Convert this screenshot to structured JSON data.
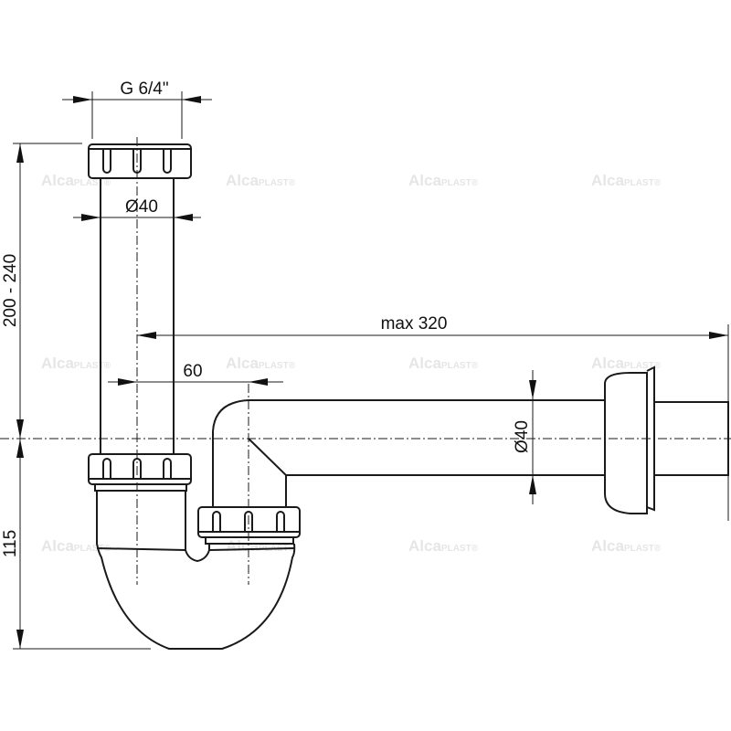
{
  "drawing": {
    "dimensions": {
      "thread": "G 6/4\"",
      "inlet_diameter": "Ø40",
      "height_range": "200 - 240",
      "max_length": "max 320",
      "offset": "60",
      "outlet_diameter": "Ø40",
      "trap_height": "115"
    },
    "watermark": {
      "brand_main": "Alca",
      "brand_sub": "PLAST®"
    },
    "colors": {
      "line": "#1a1a1a",
      "watermark": "#e6e6e6"
    }
  }
}
